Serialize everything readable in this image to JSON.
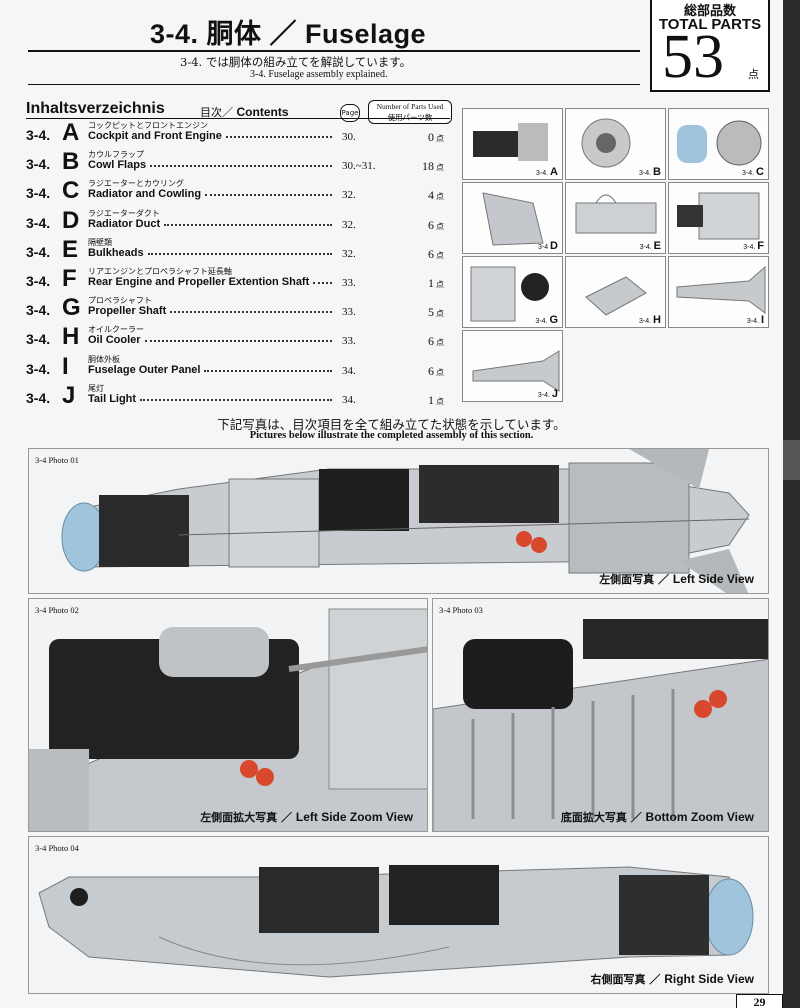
{
  "header": {
    "title": "3-4.  胴体 ／ Fuselage",
    "subtitle_jp": "3-4. では胴体の組み立てを解説しています。",
    "subtitle_en": "3-4. Fuselage assembly explained."
  },
  "total_parts": {
    "label_jp": "総部品数",
    "label_en": "TOTAL PARTS",
    "count": "53",
    "unit": "点"
  },
  "contents": {
    "title": "Inhaltsverzeichnis",
    "title_jp": "目次／",
    "title_en": "Contents",
    "page_badge": "Page",
    "parts_header_en": "Number of Parts Used",
    "parts_header_jp": "使用パーツ数",
    "items": [
      {
        "section": "3-4.",
        "letter": "A",
        "jp": "コックピットとフロントエンジン",
        "en": "Cockpit and Front Engine",
        "page": "30.",
        "count": "0",
        "unit": "点"
      },
      {
        "section": "3-4.",
        "letter": "B",
        "jp": "カウルフラップ",
        "en": "Cowl Flaps",
        "page": "30.~31.",
        "count": "18",
        "unit": "点"
      },
      {
        "section": "3-4.",
        "letter": "C",
        "jp": "ラジエーターとカウリング",
        "en": "Radiator and Cowling",
        "page": "32.",
        "count": "4",
        "unit": "点"
      },
      {
        "section": "3-4.",
        "letter": "D",
        "jp": "ラジエーターダクト",
        "en": "Radiator Duct",
        "page": "32.",
        "count": "6",
        "unit": "点"
      },
      {
        "section": "3-4.",
        "letter": "E",
        "jp": "隔壁類",
        "en": "Bulkheads",
        "page": "32.",
        "count": "6",
        "unit": "点"
      },
      {
        "section": "3-4.",
        "letter": "F",
        "jp": "リアエンジンとプロペラシャフト延長軸",
        "en": "Rear Engine and Propeller Extention Shaft",
        "page": "33.",
        "count": "1",
        "unit": "点"
      },
      {
        "section": "3-4.",
        "letter": "G",
        "jp": "プロペラシャフト",
        "en": "Propeller Shaft",
        "page": "33.",
        "count": "5",
        "unit": "点"
      },
      {
        "section": "3-4.",
        "letter": "H",
        "jp": "オイルクーラー",
        "en": "Oil Cooler",
        "page": "33.",
        "count": "6",
        "unit": "点"
      },
      {
        "section": "3-4.",
        "letter": "I",
        "jp": "胴体外板",
        "en": "Fuselage Outer Panel",
        "page": "34.",
        "count": "6",
        "unit": "点"
      },
      {
        "section": "3-4.",
        "letter": "J",
        "jp": "尾灯",
        "en": "Tail Light",
        "page": "34.",
        "count": "1",
        "unit": "点"
      }
    ]
  },
  "thumbnails": [
    {
      "prefix": "3-4.",
      "letter": "A"
    },
    {
      "prefix": "3-4.",
      "letter": "B"
    },
    {
      "prefix": "3-4.",
      "letter": "C"
    },
    {
      "prefix": "3-4",
      "letter": "D"
    },
    {
      "prefix": "3-4.",
      "letter": "E"
    },
    {
      "prefix": "3-4.",
      "letter": "F"
    },
    {
      "prefix": "3-4.",
      "letter": "G"
    },
    {
      "prefix": "3-4.",
      "letter": "H"
    },
    {
      "prefix": "3-4.",
      "letter": "I"
    },
    {
      "prefix": "3-4.",
      "letter": "J"
    }
  ],
  "photos_caption": {
    "jp": "下記写真は、目次項目を全て組み立てた状態を示しています。",
    "en": "Pictures below illustrate the completed assembly of this section."
  },
  "photos": [
    {
      "label": "3-4 Photo   01",
      "caption_jp": "左側面写真 ／ ",
      "caption_en": "Left Side View"
    },
    {
      "label": "3-4 Photo   02",
      "caption_jp": "左側面拡大写真 ／ ",
      "caption_en": "Left Side Zoom View"
    },
    {
      "label": "3-4 Photo   03",
      "caption_jp": "底面拡大写真 ／ ",
      "caption_en": "Bottom Zoom View"
    },
    {
      "label": "3-4 Photo   04",
      "caption_jp": "右側面写真 ／ ",
      "caption_en": "Right Side View"
    }
  ],
  "page_number": "29"
}
